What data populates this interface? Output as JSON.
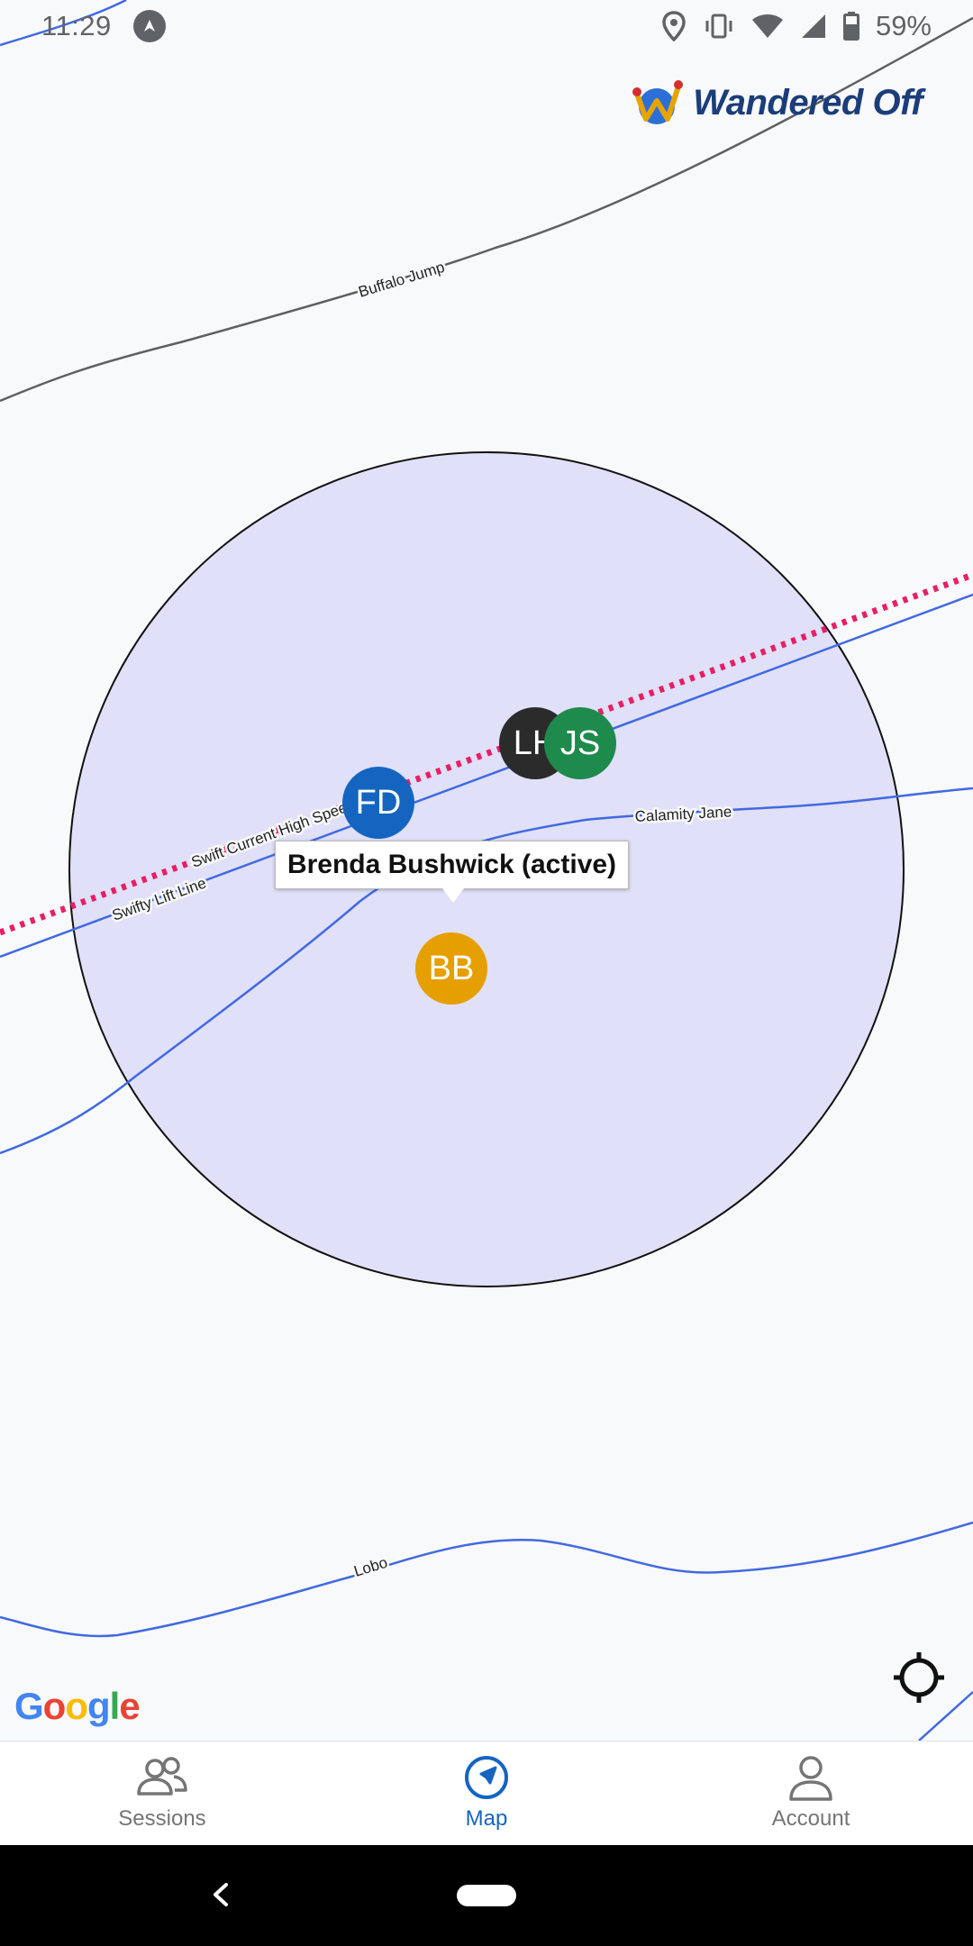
{
  "status_bar": {
    "time": "11:29",
    "battery_text": "59%",
    "icons": [
      "navigation-notification-icon",
      "location-icon",
      "vibrate-icon",
      "wifi-icon",
      "cell-signal-icon",
      "battery-icon"
    ]
  },
  "brand": {
    "name": "Wandered Off",
    "logo_icon": "wandered-off-logo-icon"
  },
  "map": {
    "trails": [
      {
        "name": "Buffalo Jump",
        "color": "#5f5f5f"
      },
      {
        "name": "Swift Current High Spee",
        "color": "#e91e63"
      },
      {
        "name": "Swifty Lift Line",
        "color": "#4169e1"
      },
      {
        "name": "Calamity Jane",
        "color": "#4169e1"
      },
      {
        "name": "Lobo",
        "color": "#4169e1"
      }
    ],
    "zone_fill": "#e0e0f8",
    "markers": [
      {
        "initials": "LH",
        "color": "#2b2b2b"
      },
      {
        "initials": "JS",
        "color": "#1e8a4c"
      },
      {
        "initials": "FD",
        "color": "#1565c0"
      },
      {
        "initials": "BB",
        "color": "#e69f00"
      }
    ],
    "info_window": "Brenda Bushwick (active)",
    "attribution": "Google"
  },
  "bottom_nav": {
    "items": [
      {
        "label": "Sessions",
        "icon": "people-icon",
        "active": false
      },
      {
        "label": "Map",
        "icon": "navigation-arrow-icon",
        "active": true
      },
      {
        "label": "Account",
        "icon": "person-icon",
        "active": false
      }
    ],
    "active_color": "#1565c0"
  }
}
